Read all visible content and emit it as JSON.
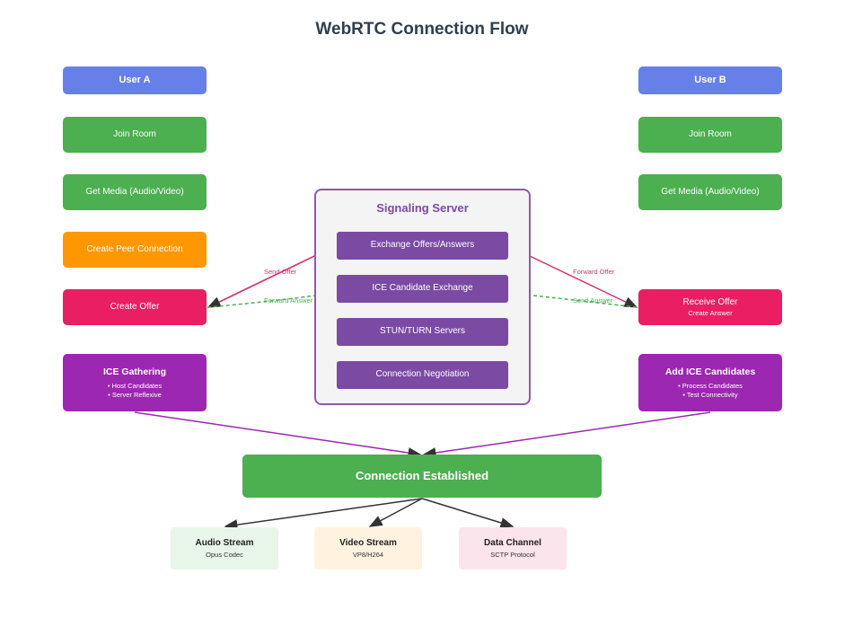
{
  "title": "WebRTC Connection Flow",
  "user_a": {
    "header": "User A",
    "steps": [
      "Join Room",
      "Get Media (Audio/Video)",
      "Create Peer Connection",
      "Create Offer"
    ],
    "ice": {
      "title": "ICE Gathering",
      "bullets": [
        "• Host Candidates",
        "• Server Reflexive"
      ]
    }
  },
  "user_b": {
    "header": "User B",
    "steps": [
      "Join Room",
      "Get Media (Audio/Video)"
    ],
    "receive": {
      "title": "Receive Offer",
      "sub": "Create Answer"
    },
    "ice": {
      "title": "Add ICE Candidates",
      "bullets": [
        "• Process Candidates",
        "• Test Connectivity"
      ]
    }
  },
  "server": {
    "title": "Signaling Server",
    "items": [
      "Exchange Offers/Answers",
      "ICE Candidate Exchange",
      "STUN/TURN Servers",
      "Connection Negotiation"
    ]
  },
  "edge_labels": {
    "send_offer": "Send Offer",
    "forward_answer": "Forward Answer",
    "forward_offer": "Forward Offer",
    "send_answer": "Send Answer"
  },
  "established": "Connection Established",
  "streams": [
    {
      "title": "Audio Stream",
      "sub": "Opus Codec"
    },
    {
      "title": "Video Stream",
      "sub": "VP8/H264"
    },
    {
      "title": "Data Channel",
      "sub": "SCTP Protocol"
    }
  ],
  "colors": {
    "user_header": "#6680e8",
    "step_green": "#4caf50",
    "peer_orange": "#ff9800",
    "offer_pink": "#e91e63",
    "ice_purple": "#9c27b0",
    "server_item": "#7b4aa3",
    "offer_arrow": "#d6336c",
    "answer_arrow": "#4caf50",
    "audio_bg": "#e8f5e9",
    "video_bg": "#fff3e0",
    "data_bg": "#fce4ec"
  }
}
